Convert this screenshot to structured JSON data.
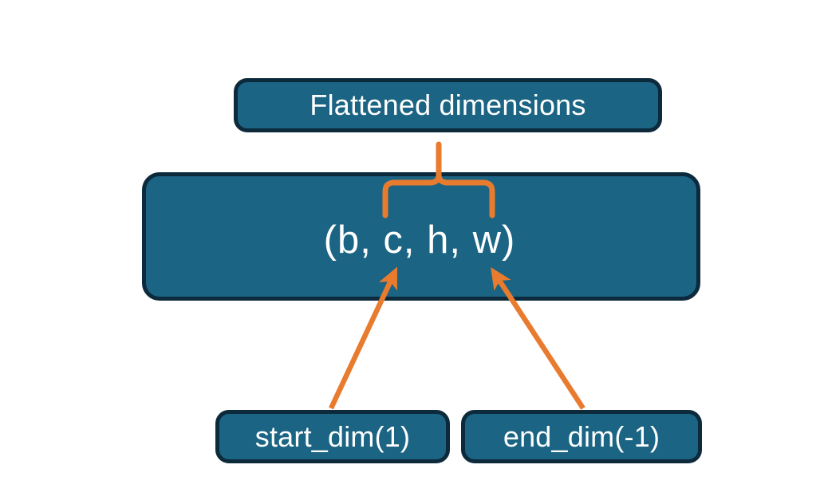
{
  "diagram": {
    "title_box": {
      "label": "Flattened dimensions",
      "name": "flattened-dimensions-box"
    },
    "shape_box": {
      "label": "(b, c, h, w)",
      "dims": [
        "b",
        "c",
        "h",
        "w"
      ],
      "name": "tensor-shape-box"
    },
    "arg_boxes": [
      {
        "label": "start_dim(1)",
        "name": "start-dim-box",
        "value": 1
      },
      {
        "label": "end_dim(-1)",
        "name": "end-dim-box",
        "value": -1
      }
    ],
    "annotations": {
      "brace": {
        "name": "flattened-range-brace",
        "covers": [
          "c",
          "h",
          "w"
        ],
        "points_to": "Flattened dimensions"
      },
      "arrows": [
        {
          "name": "start-dim-arrow",
          "from": "start_dim(1)",
          "to": "c"
        },
        {
          "name": "end-dim-arrow",
          "from": "end_dim(-1)",
          "to": "w"
        }
      ]
    },
    "colors": {
      "box_fill": "#1b6483",
      "box_border": "#0c2a3c",
      "accent_orange": "#e87b2e",
      "text": "#ffffff",
      "background": "#ffffff"
    }
  }
}
